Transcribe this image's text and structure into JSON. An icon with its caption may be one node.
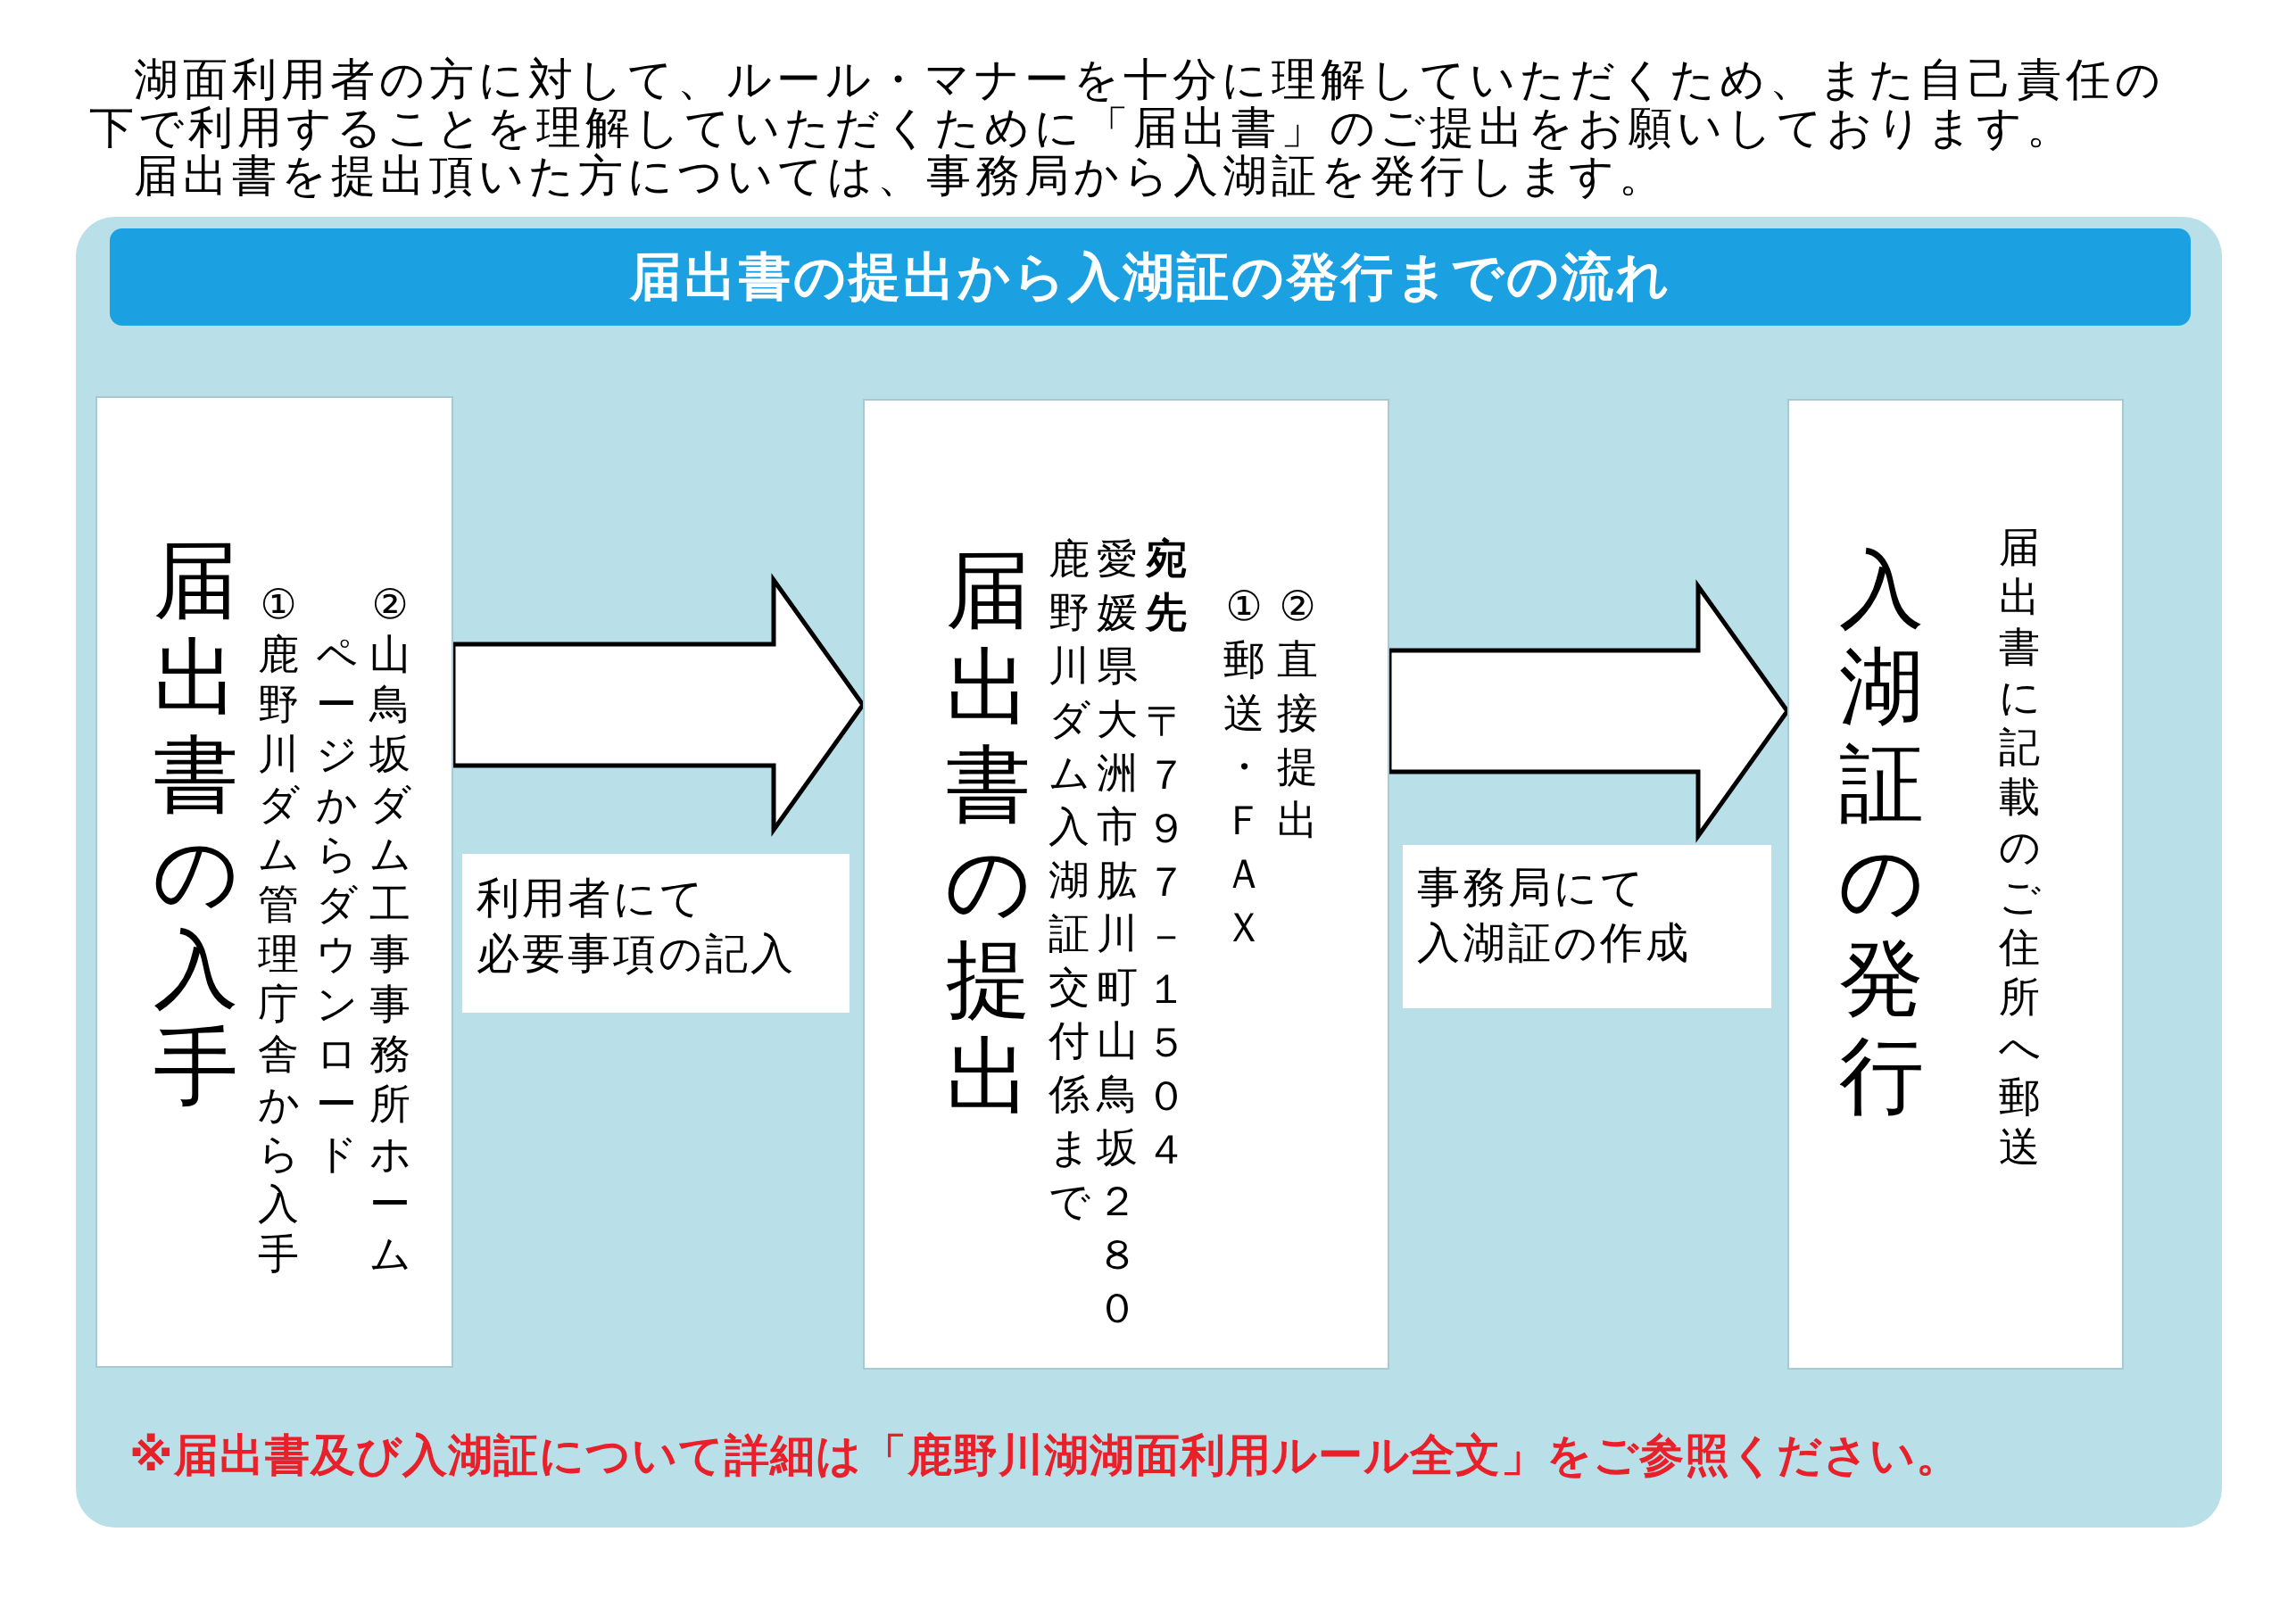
{
  "diagram": {
    "nodes": [
      {
        "text": [],
        "shape": "box"
      },
      {
        "text": [
          "届出書の提出から入湖証の発行までの流れ"
        ],
        "in": 0
      },
      {
        "text": [
          "届出書の入手",
          "①鹿野川ダム管理庁舎から入手",
          "②山鳥坂ダム工事事務所ホーム",
          "ページからダウンロード"
        ],
        "in": 0
      },
      {
        "text": [
          "利用者にて",
          "必要事項の記入"
        ],
        "in": 0
      },
      {
        "text": [
          "届出書の提出",
          "鹿野川ダム入湖証交付係まで",
          "愛媛県大洲市肱川町山鳥坂２８０",
          "宛先",
          "〒７９７－１５０４",
          "①郵送・ＦＡＸ",
          "②直接提出"
        ],
        "in": 0
      },
      {
        "text": [
          "事務局にて",
          "入湖証の作成"
        ],
        "in": 0
      },
      {
        "text": [
          "入湖証の発行",
          "届出書に記載のご住所へ郵送"
        ],
        "in": 0
      }
    ],
    "edges": [
      {
        "from": 2,
        "to": 4,
        "arrow": "to"
      },
      {
        "from": 4,
        "to": 6,
        "arrow": "to"
      }
    ],
    "labels": [
      "湖面利用者の方に対して、ルール・マナーを十分に理解していただくため、また自己責任の下で利用することを理解していただくために「届出書」のご提出をお願いしております。",
      "届出書を提出頂いた方については、事務局から入湖証を発行します。",
      "※届出書及び入湖証について詳細は「鹿野川湖湖面利用ルール全文」をご参照ください。"
    ]
  }
}
